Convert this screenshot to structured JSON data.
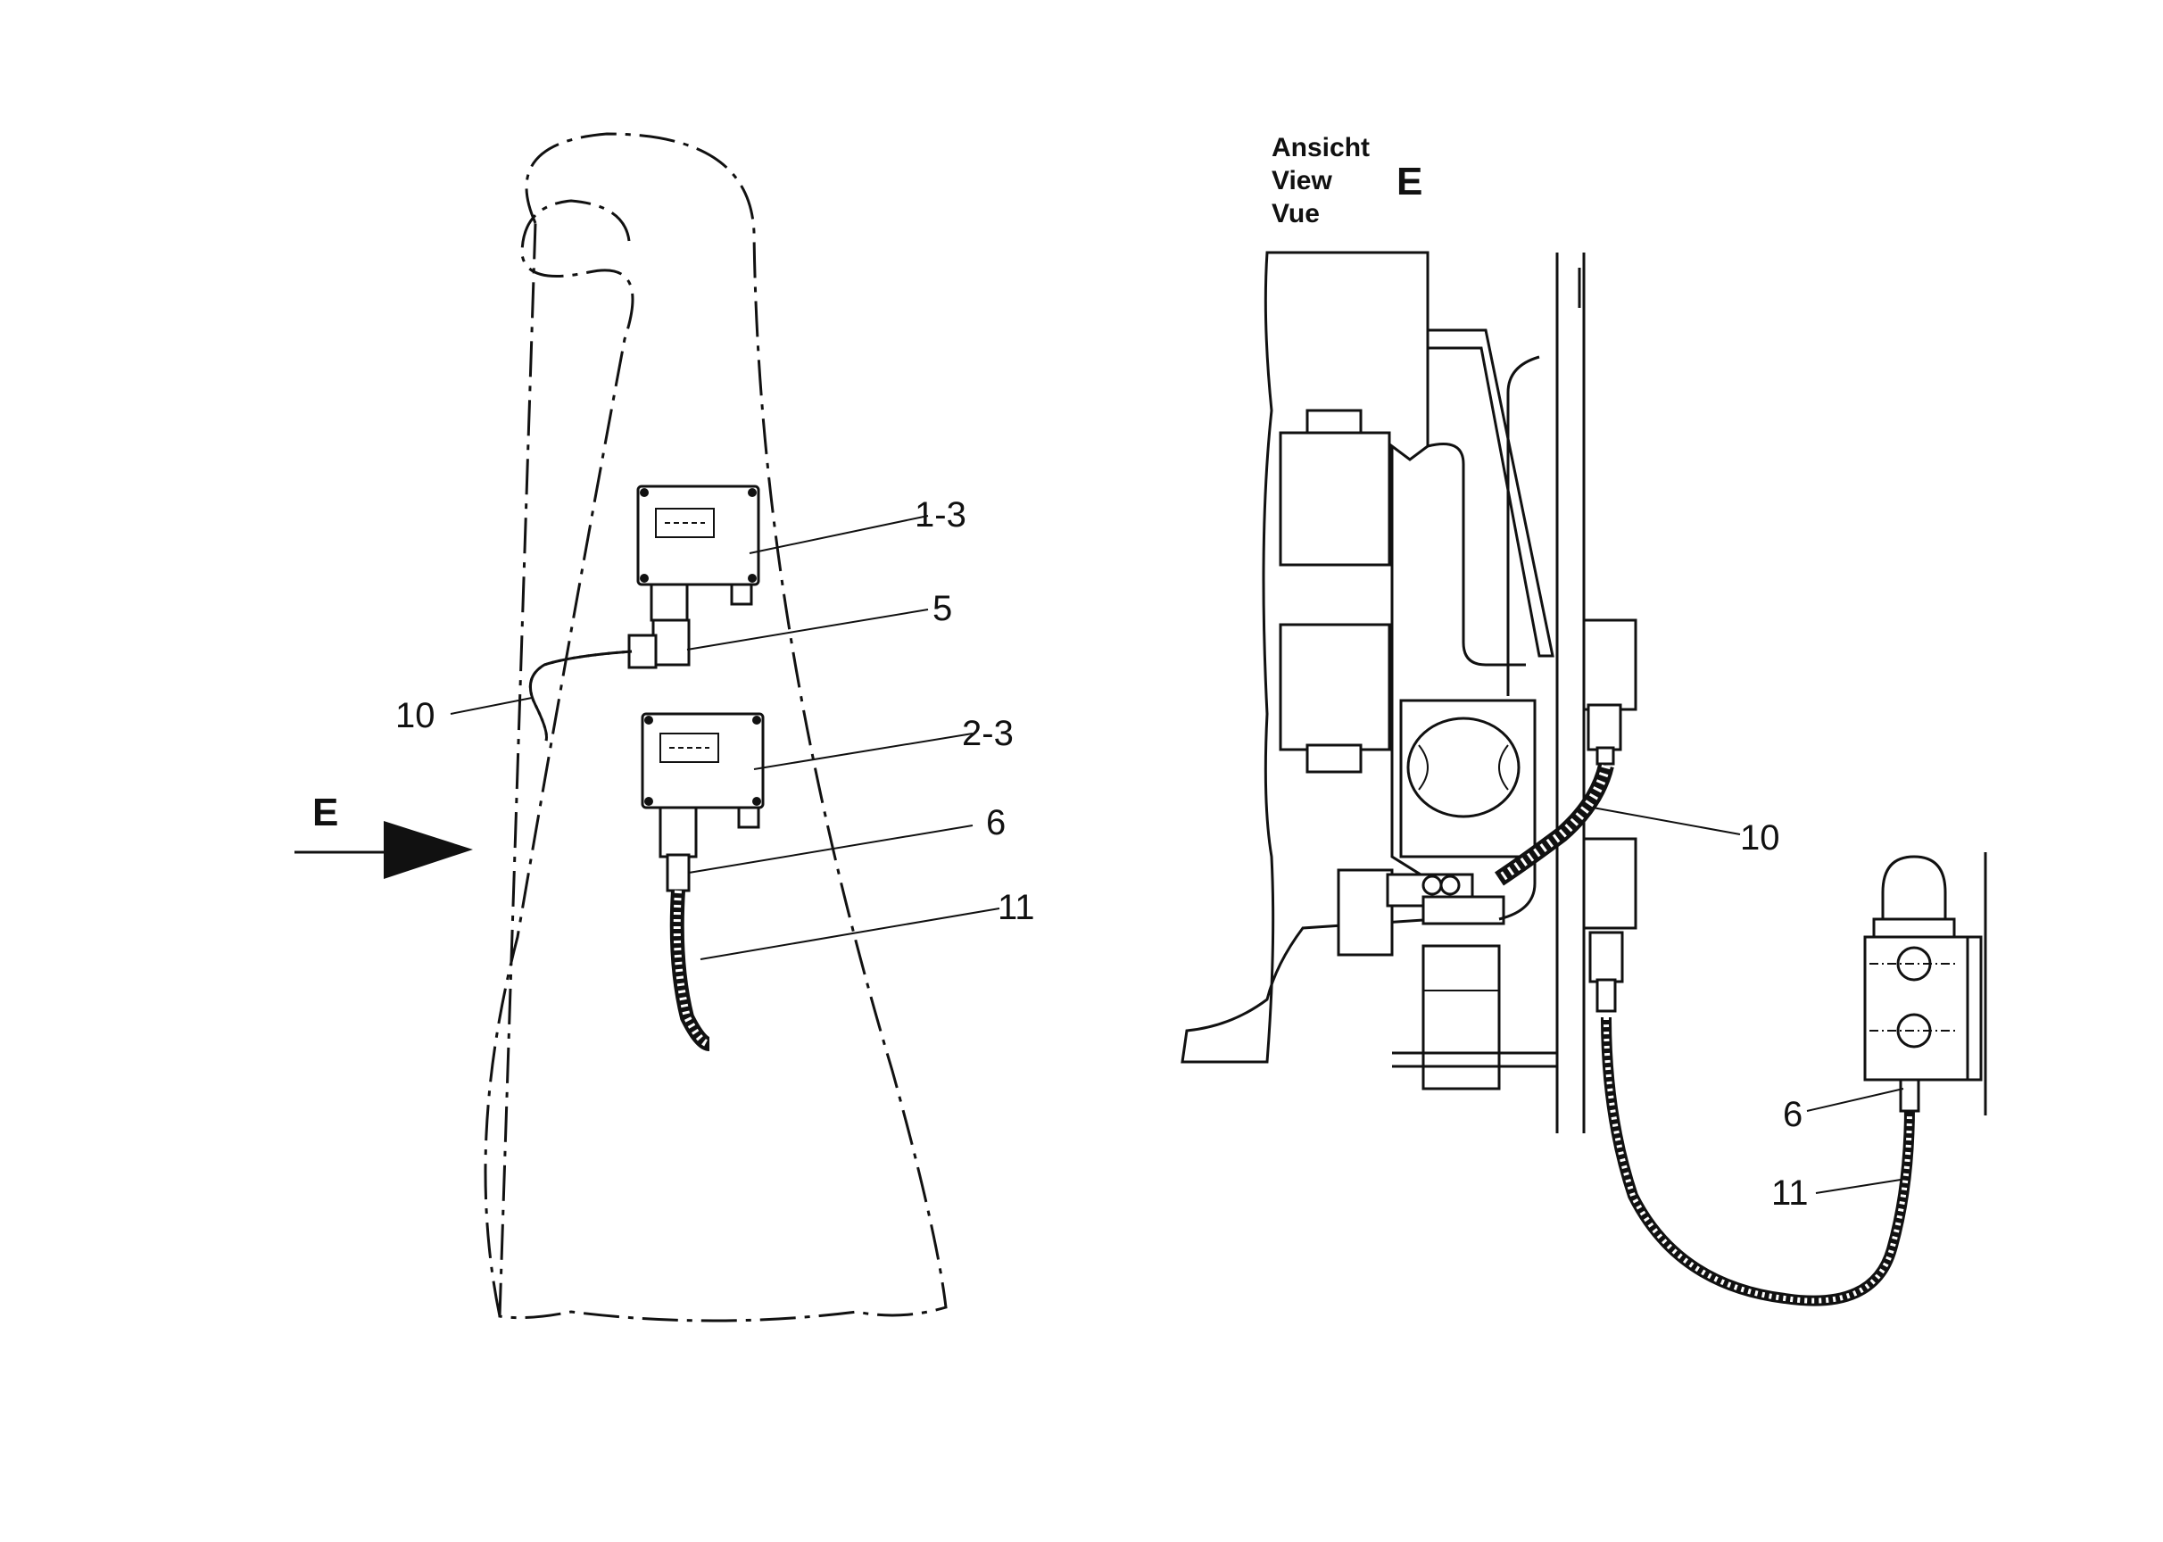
{
  "left_view": {
    "callouts": {
      "c1": "1-3",
      "c2": "5",
      "c3": "10",
      "c4": "2-3",
      "c5": "6",
      "c6": "11"
    },
    "arrow_label": "E"
  },
  "right_view": {
    "title_lines": [
      "Ansicht",
      "View",
      "Vue"
    ],
    "view_letter": "E",
    "callouts": {
      "c1": "10",
      "c2": "6",
      "c3": "11"
    }
  }
}
